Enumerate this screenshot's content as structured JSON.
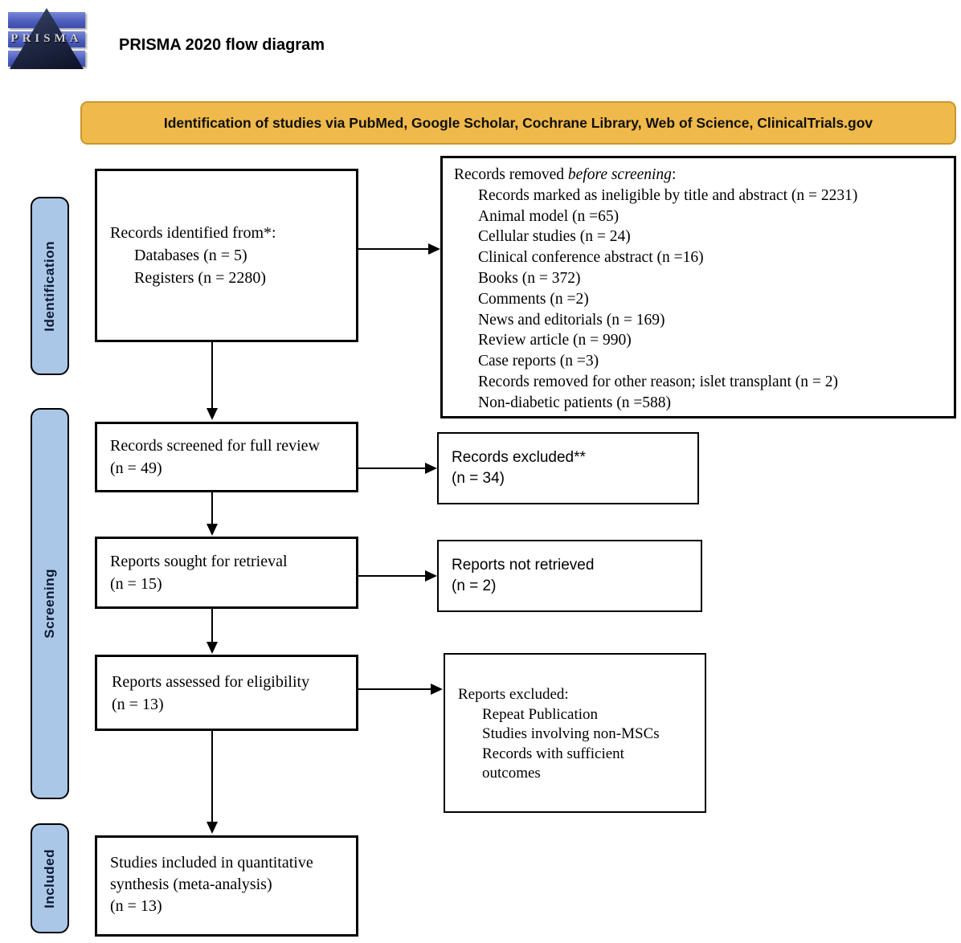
{
  "header": {
    "title": "PRISMA 2020 flow diagram",
    "logo_word": "PRISMA"
  },
  "banner": {
    "text": "Identification of studies via PubMed, Google Scholar, Cochrane Library, Web of Science, ClinicalTrials.gov",
    "bg_color": "#f0b94b",
    "border_color": "#c9962e"
  },
  "stages": {
    "identification": "Identification",
    "screening": "Screening",
    "included": "Included"
  },
  "colors": {
    "stage_fill": "#abc7e8",
    "box_border": "#000000"
  },
  "boxes": {
    "records_identified": {
      "title": "Records identified from*:",
      "items": [
        "Databases (n = 5)",
        "Registers (n = 2280)"
      ]
    },
    "records_removed": {
      "title_prefix": "Records removed ",
      "title_italic": "before screening",
      "title_suffix": ":",
      "items": [
        "Records marked as ineligible by title and abstract (n = 2231)",
        "Animal model (n =65)",
        "Cellular studies (n = 24)",
        "Clinical conference abstract (n =16)",
        "Books (n = 372)",
        "Comments (n =2)",
        "News and editorials (n = 169)",
        "Review article (n = 990)",
        "Case reports (n =3)",
        "Records removed for other reason; islet transplant (n = 2)",
        "Non-diabetic patients (n =588)"
      ]
    },
    "records_screened": {
      "lines": [
        "Records screened for full review",
        "(n = 49)"
      ]
    },
    "records_excluded": {
      "lines": [
        "Records excluded**",
        "(n = 34)"
      ]
    },
    "reports_sought": {
      "lines": [
        "Reports sought for retrieval",
        "(n = 15)"
      ]
    },
    "reports_not_retrieved": {
      "lines": [
        "Reports not retrieved",
        "(n = 2)"
      ]
    },
    "reports_assessed": {
      "lines": [
        "Reports assessed for eligibility",
        "(n = 13)"
      ]
    },
    "reports_excluded": {
      "title": "Reports excluded:",
      "items": [
        "Repeat Publication",
        "Studies involving non-MSCs",
        "Records with sufficient outcomes"
      ]
    },
    "studies_included": {
      "lines": [
        "Studies included in quantitative",
        "synthesis (meta-analysis)",
        "(n = 13)"
      ]
    }
  }
}
